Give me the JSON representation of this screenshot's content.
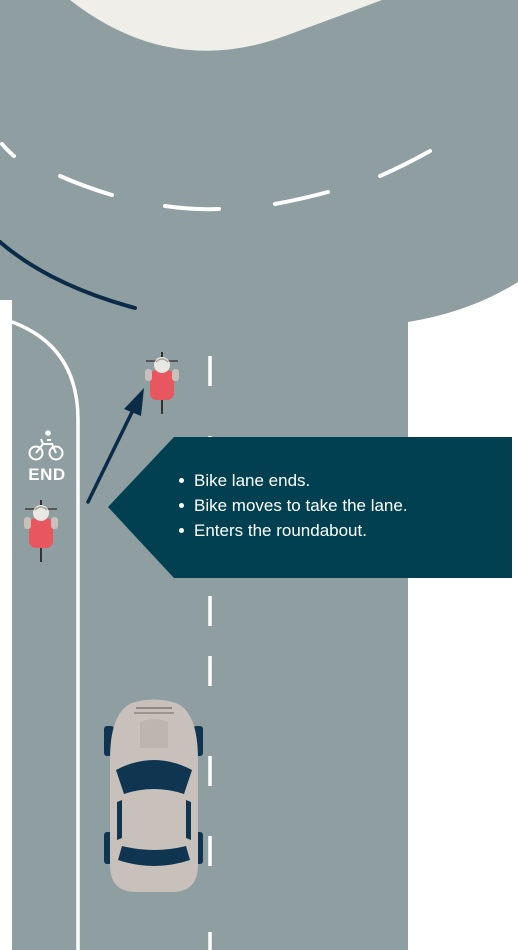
{
  "callout": {
    "items": [
      "Bike lane ends.",
      "Bike moves to take the lane.",
      "Enters the roundabout."
    ]
  },
  "bike_lane_marking": {
    "label": "END",
    "icon": "bicycle-icon"
  },
  "colors": {
    "road": "#8e9ea1",
    "island": "#efeee8",
    "callout": "#004050",
    "road_marking": "#ffffff",
    "curb_line": "#0b2c48",
    "arrow": "#0b2c48",
    "cyclist_shirt": "#e8565f",
    "car_body": "#c8c0bb",
    "car_glass": "#0f3550"
  }
}
